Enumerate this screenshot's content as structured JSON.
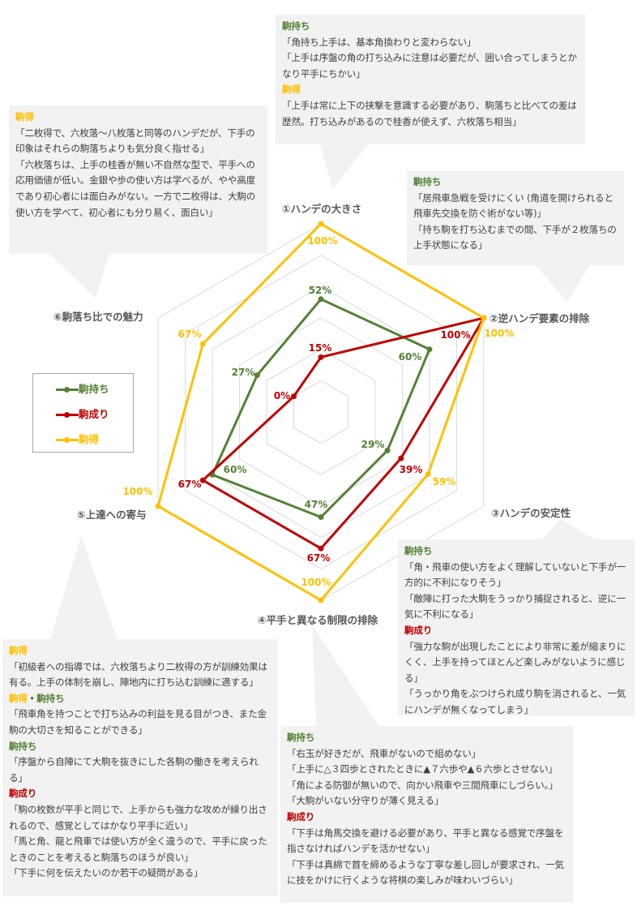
{
  "chart_data": {
    "type": "radar",
    "axes": [
      "①ハンデの大きさ",
      "②逆ハンデ要素の排除",
      "③ハンデの安定性",
      "④平手と異なる制限の排除",
      "⑤上達への寄与",
      "⑥駒落ち比での魅力"
    ],
    "rlim": [
      -20,
      100
    ],
    "grid": true,
    "legend_position": "left",
    "series": [
      {
        "name": "駒持ち",
        "color": "#548235",
        "values": [
          52,
          60,
          29,
          47,
          60,
          27
        ],
        "labels": [
          "52%",
          "60%",
          "29%",
          "47%",
          "60%",
          "27%"
        ]
      },
      {
        "name": "駒成り",
        "color": "#c00000",
        "values": [
          15,
          100,
          39,
          67,
          67,
          0
        ],
        "labels": [
          "15%",
          "100%",
          "39%",
          "67%",
          "67%",
          "0%"
        ]
      },
      {
        "name": "駒得",
        "color": "#ffc000",
        "values": [
          100,
          100,
          59,
          100,
          100,
          67
        ],
        "labels": [
          "100%",
          "100%",
          "59%",
          "100%",
          "100%",
          "67%"
        ]
      }
    ]
  },
  "callouts": {
    "top": [
      {
        "h": "駒持ち",
        "c": "g",
        "lines": [
          "「角持ち上手は、基本角換わりと変わらない」",
          "「上手は序盤の角の打ち込みに注意は必要だが、囲い合ってしまうとかなり平手にちかい」"
        ]
      },
      {
        "h": "駒得",
        "c": "y",
        "lines": [
          "「上手は常に上下の挟撃を意識する必要があり、駒落ちと比べての差は歴然。打ち込みがあるので桂香が使えず、六枚落ち相当」"
        ]
      }
    ],
    "left": [
      {
        "h": "駒得",
        "c": "y",
        "lines": [
          "「二枚得で、六枚落～八枚落と同等のハンデだが、下手の印象はそれらの駒落ちよりも気分良く指せる」",
          "「六枚落ちは、上手の桂香が無い不自然な型で、平手への応用価値が低い。金銀や歩の使い方は学べるが、やや高度であり初心者には面白みがない。一方で二枚得は、大駒の使い方を学べて、初心者にも分り易く、面白い」"
        ]
      }
    ],
    "right": [
      {
        "h": "駒持ち",
        "c": "g",
        "lines": [
          "「居飛車急戦を受けにくい (角道を開けられると飛車先交換を防ぐ術がない等)」",
          "「持ち駒を打ち込むまでの間、下手が２枚落ちの上手状態になる」"
        ]
      }
    ],
    "right_bottom": [
      {
        "h": "駒持ち",
        "c": "g",
        "lines": [
          "「角・飛車の使い方をよく理解していないと下手が一方的に不利になりそう」",
          "「敵陣に打った大駒をうっかり捕捉されると、逆に一気に不利になる」"
        ]
      },
      {
        "h": "駒成り",
        "c": "r",
        "lines": [
          "「強力な駒が出現したことにより非常に差が縮まりにくく、上手を持ってほとんど楽しみがないように感じる」",
          "「うっかり角をぶつけられ成り駒を消されると、一気にハンデが無くなってしまう」"
        ]
      }
    ],
    "bottom_left": [
      {
        "h": "駒得",
        "c": "y",
        "lines": [
          "「初級者への指導では、六枚落ちより二枚得の方が訓練効果は有る。上手の体制を崩し、陣地内に打ち込む訓練に適する」"
        ]
      },
      {
        "h": "駒得",
        "h2": "駒持ち",
        "sep": "・",
        "c": "y",
        "lines": [
          "「飛車角を持つことで打ち込みの利益を見る目がつき、また金駒の大切さを知ることができる」"
        ]
      },
      {
        "h": "駒持ち",
        "c": "g",
        "lines": [
          "「序盤から自陣にて大駒を抜きにした各駒の働きを考えられる」"
        ]
      },
      {
        "h": "駒成り",
        "c": "r",
        "lines": [
          "「駒の枚数が平手と同じで、上手からも強力な攻めが繰り出されるので、感覚としてはかなり平手に近い」",
          "「馬と角、龍と飛車では使い方が全く違うので、平手に戻ったときのことを考えると駒落ちのほうが良い」",
          "「下手に何を伝えたいのか若干の疑問がある」"
        ]
      }
    ],
    "bottom": [
      {
        "h": "駒持ち",
        "c": "g",
        "lines": [
          "「右玉が好きだが、飛車がないので組めない」",
          "「上手に△３四歩とされたときに▲７六歩や▲６六歩とさせない」",
          "「角による防御が無いので、向かい飛車や三間飛車にしづらい。」",
          "「大駒がいない分守りが薄く見える」"
        ]
      },
      {
        "h": "駒成り",
        "c": "r",
        "lines": [
          "「下手は角馬交換を避ける必要があり、平手と異なる感覚で序盤を指さなければハンデを活かせない」",
          "「下手は真綿で首を締めるような丁寧な差し回しが要求され、一気に技をかけに行くような将棋の楽しみが味わいづらい」"
        ]
      }
    ]
  }
}
